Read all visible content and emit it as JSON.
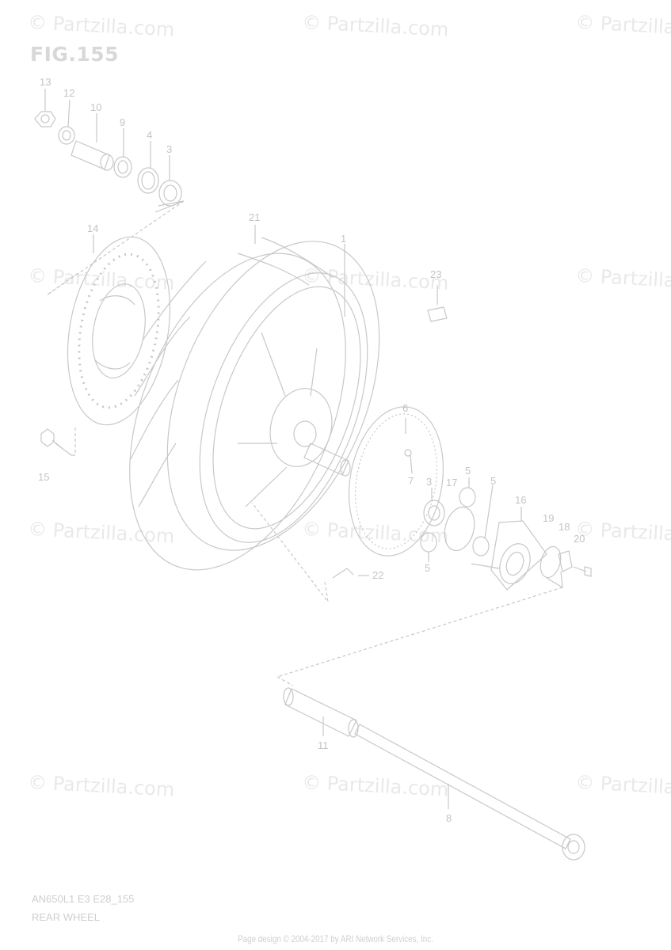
{
  "figure_title": "FIG.155",
  "watermark_text": "© Partzilla.com",
  "model_code": "AN650L1 E3 E28_155",
  "section_name": "REAR WHEEL",
  "credit": "Page design © 2004-2017 by ARI Network Services, Inc.",
  "parts": [
    {
      "label": "1"
    },
    {
      "label": "3"
    },
    {
      "label": "3"
    },
    {
      "label": "4"
    },
    {
      "label": "5"
    },
    {
      "label": "5"
    },
    {
      "label": "5"
    },
    {
      "label": "6"
    },
    {
      "label": "7"
    },
    {
      "label": "8"
    },
    {
      "label": "9"
    },
    {
      "label": "10"
    },
    {
      "label": "11"
    },
    {
      "label": "12"
    },
    {
      "label": "13"
    },
    {
      "label": "14"
    },
    {
      "label": "15"
    },
    {
      "label": "16"
    },
    {
      "label": "17"
    },
    {
      "label": "18"
    },
    {
      "label": "19"
    },
    {
      "label": "20"
    },
    {
      "label": "21"
    },
    {
      "label": "22"
    },
    {
      "label": "23"
    }
  ],
  "colors": {
    "line": "#c8c8c8",
    "watermark": "#e9e9e9",
    "text": "#c4c4c4"
  }
}
